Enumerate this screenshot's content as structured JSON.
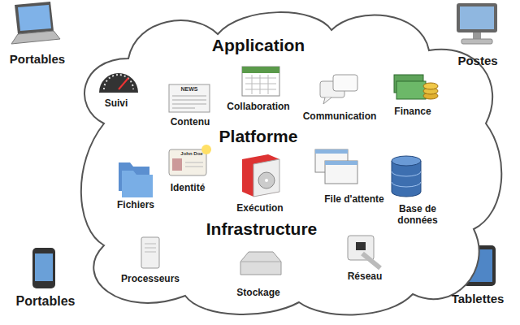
{
  "diagram": {
    "nodes": [
      {
        "text": [
          "Application",
          "Platforme",
          "Infrastructure"
        ]
      }
    ],
    "labels": [
      "Portables",
      "Postes",
      "Suivi",
      "NEWS",
      "Contenu",
      "Collaboration",
      "Communication",
      "Finance",
      "Fichiers",
      "John Doe",
      "Identité",
      "Exécution",
      "File d'attente",
      "Base de données",
      "Processeurs",
      "Stockage",
      "Réseau",
      "Portables",
      "Tablettes"
    ]
  }
}
